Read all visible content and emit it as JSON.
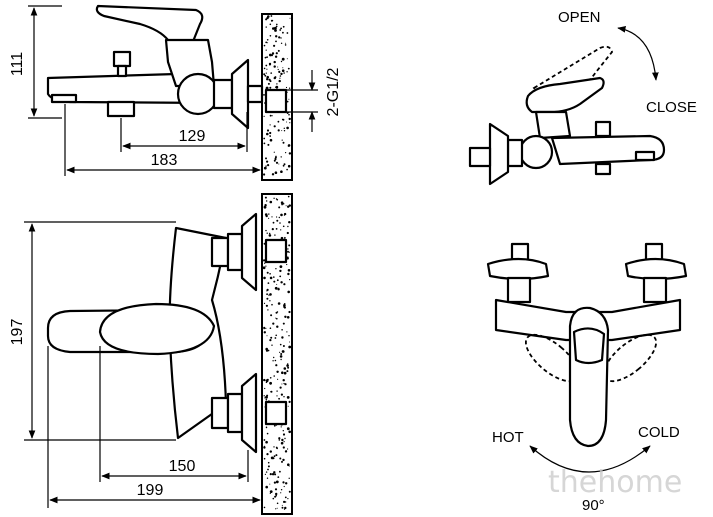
{
  "dimensions": {
    "side_height": "111",
    "side_width_inner": "129",
    "side_width_outer": "183",
    "thread": "2-G1/2",
    "top_depth": "197",
    "top_width_inner": "150",
    "top_width_outer": "199"
  },
  "labels": {
    "open": "OPEN",
    "close": "CLOSE",
    "hot": "HOT",
    "cold": "COLD",
    "angle": "90°"
  },
  "watermark": "thehome",
  "colors": {
    "line": "#000000",
    "background": "#ffffff",
    "watermark": "#c9c9c9"
  }
}
